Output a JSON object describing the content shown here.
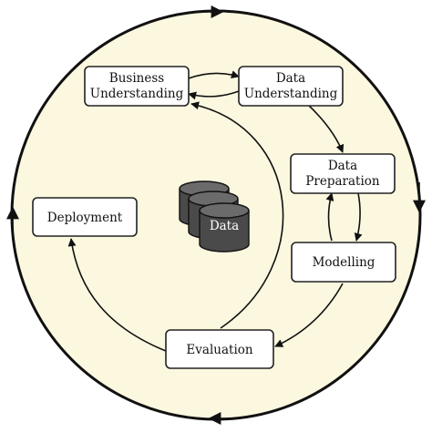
{
  "nodes": {
    "business_understanding": [
      "Business",
      "Understanding"
    ],
    "data_understanding": [
      "Data",
      "Understanding"
    ],
    "data_preparation": [
      "Data",
      "Preparation"
    ],
    "modelling": [
      "Modelling"
    ],
    "evaluation": [
      "Evaluation"
    ],
    "deployment": [
      "Deployment"
    ]
  },
  "data_store": {
    "label": "Data"
  },
  "colors": {
    "ring_fill": "#fbf8df",
    "stroke": "#111111",
    "database": "#4a4a4a"
  }
}
